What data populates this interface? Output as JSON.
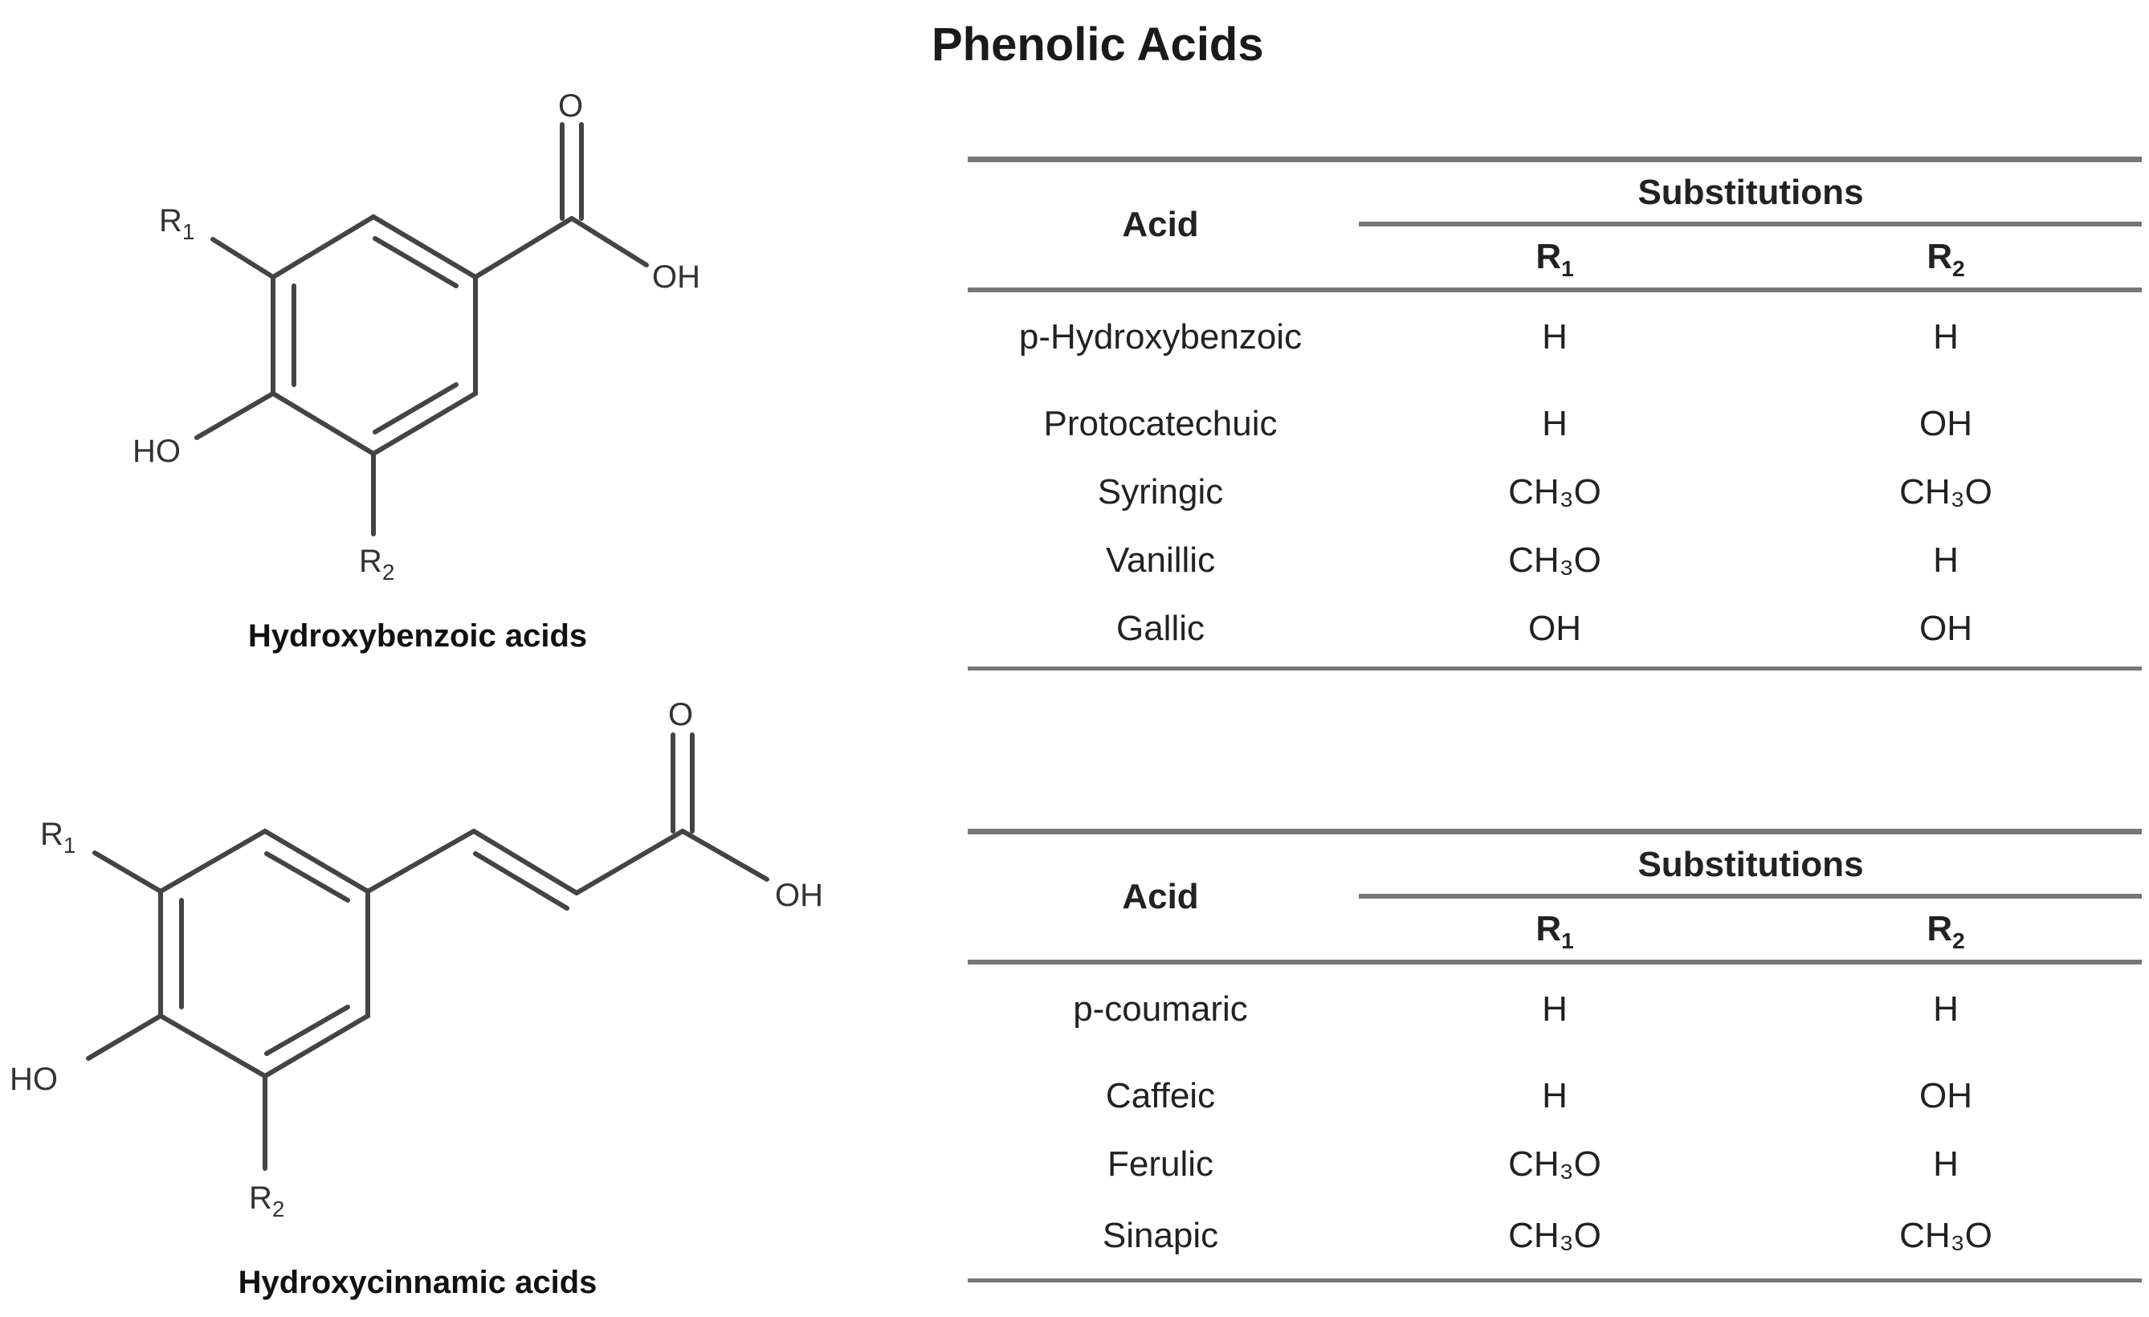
{
  "title": "Phenolic Acids",
  "molecules": [
    {
      "caption": "Hydroxybenzoic acids",
      "labels": {
        "r1": "R",
        "r1_sub": "1",
        "r2": "R",
        "r2_sub": "2",
        "hydroxyl": "HO",
        "oxygen": "O",
        "acid_oh": "OH"
      }
    },
    {
      "caption": "Hydroxycinnamic acids",
      "labels": {
        "r1": "R",
        "r1_sub": "1",
        "r2": "R",
        "r2_sub": "2",
        "hydroxyl": "HO",
        "oxygen": "O",
        "acid_oh": "OH"
      }
    }
  ],
  "tables": [
    {
      "header": {
        "acid": "Acid",
        "substitutions": "Substitutions",
        "r1": "R",
        "r1_sub": "1",
        "r2": "R",
        "r2_sub": "2"
      },
      "rows": [
        {
          "acid": "p-Hydroxybenzoic",
          "r1": "H",
          "r2": "H"
        },
        {
          "acid": "Protocatechuic",
          "r1": "H",
          "r2": "OH"
        },
        {
          "acid": "Syringic",
          "r1": "CH₃O",
          "r2": "CH₃O"
        },
        {
          "acid": "Vanillic",
          "r1": "CH₃O",
          "r2": "H"
        },
        {
          "acid": "Gallic",
          "r1": "OH",
          "r2": "OH"
        }
      ]
    },
    {
      "header": {
        "acid": "Acid",
        "substitutions": "Substitutions",
        "r1": "R",
        "r1_sub": "1",
        "r2": "R",
        "r2_sub": "2"
      },
      "rows": [
        {
          "acid": "p-coumaric",
          "r1": "H",
          "r2": "H"
        },
        {
          "acid": "Caffeic",
          "r1": "H",
          "r2": "OH"
        },
        {
          "acid": "Ferulic",
          "r1": "CH₃O",
          "r2": "H"
        },
        {
          "acid": "Sinapic",
          "r1": "CH₃O",
          "r2": "CH₃O"
        }
      ]
    }
  ]
}
